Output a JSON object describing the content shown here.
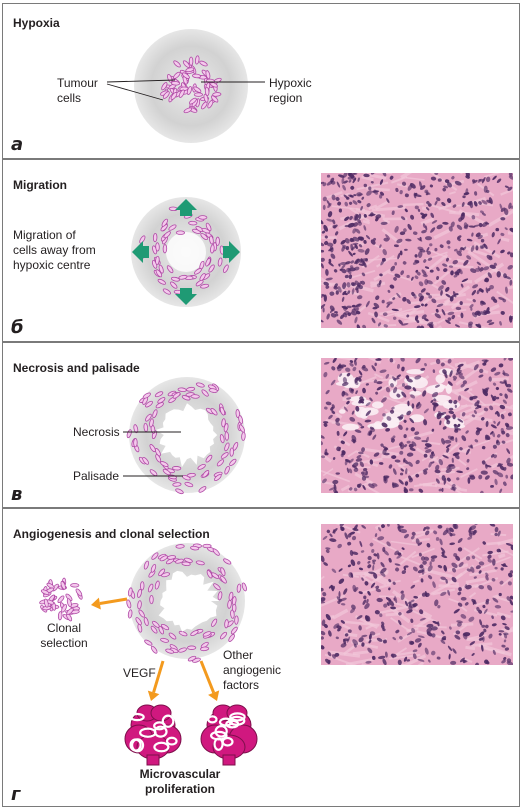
{
  "colors": {
    "halo": "#d2d2d2",
    "cell_fill": "#f4c9ec",
    "cell_stroke": "#b04aa6",
    "arrow_green": "#1f9a74",
    "arrow_orange": "#f39a1e",
    "vessel": "#d0187f",
    "tissue_pink": "#e8a9c6",
    "tissue_nuclei": "#4d2a63"
  },
  "panels": [
    {
      "letter": "a",
      "title": "Hypoxia",
      "labels": {
        "tumour_cells": "Tumour\ncells",
        "hypoxic_region": "Hypoxic\nregion"
      }
    },
    {
      "letter": "б",
      "title": "Migration",
      "labels": {
        "migration": "Migration of\ncells away from\nhypoxic centre"
      },
      "icons": [
        "arrow-up-icon",
        "arrow-down-icon",
        "arrow-left-icon",
        "arrow-right-icon"
      ]
    },
    {
      "letter": "в",
      "title": "Necrosis and palisade",
      "labels": {
        "necrosis": "Necrosis",
        "palisade": "Palisade"
      }
    },
    {
      "letter": "г",
      "title": "Angiogenesis and clonal selection",
      "labels": {
        "clonal_selection": "Clonal\nselection",
        "vegf": "VEGF",
        "other_factors": "Other\nangiogenic\nfactors",
        "microvascular": "Microvascular\nproliferation"
      }
    }
  ]
}
